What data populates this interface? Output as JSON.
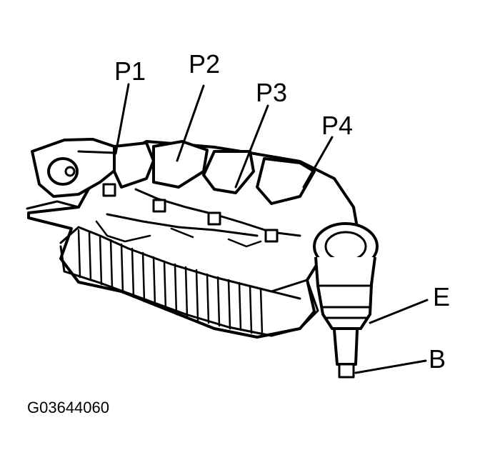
{
  "labels": {
    "p1": "P1",
    "p2": "P2",
    "p3": "P3",
    "p4": "P4",
    "e": "E",
    "b": "B"
  },
  "figure_code": "G03644060"
}
